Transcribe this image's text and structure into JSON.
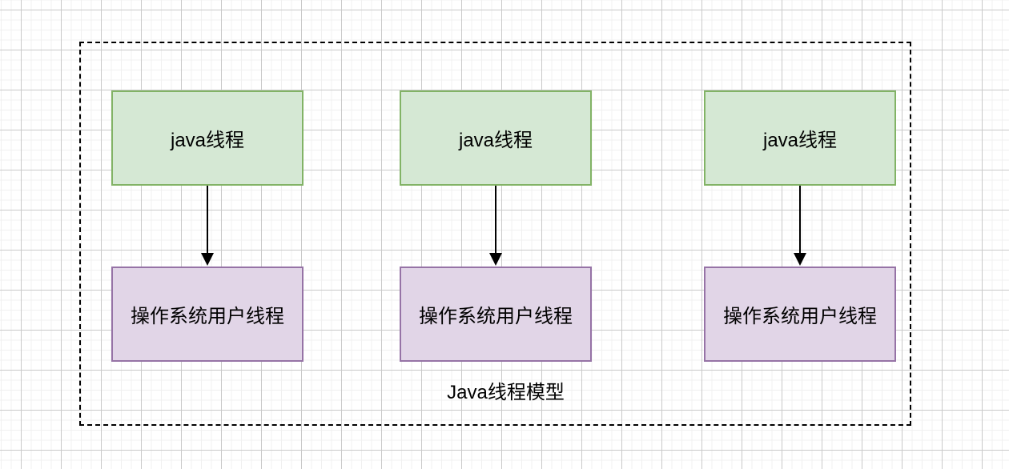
{
  "diagram": {
    "container": {
      "label": "Java线程模型"
    },
    "columns": [
      {
        "java_thread": "java线程",
        "os_thread": "操作系统用户线程"
      },
      {
        "java_thread": "java线程",
        "os_thread": "操作系统用户线程"
      },
      {
        "java_thread": "java线程",
        "os_thread": "操作系统用户线程"
      }
    ],
    "colors": {
      "java_thread_fill": "#d5e8d4",
      "java_thread_border": "#82b366",
      "os_thread_fill": "#e1d5e7",
      "os_thread_border": "#9673a6",
      "arrow_color": "#000000",
      "container_border": "#000000",
      "label_color": "#000000",
      "grid_minor": "#f0f0f0",
      "grid_major": "#c9c9c9",
      "canvas_bg": "#ffffff"
    }
  }
}
